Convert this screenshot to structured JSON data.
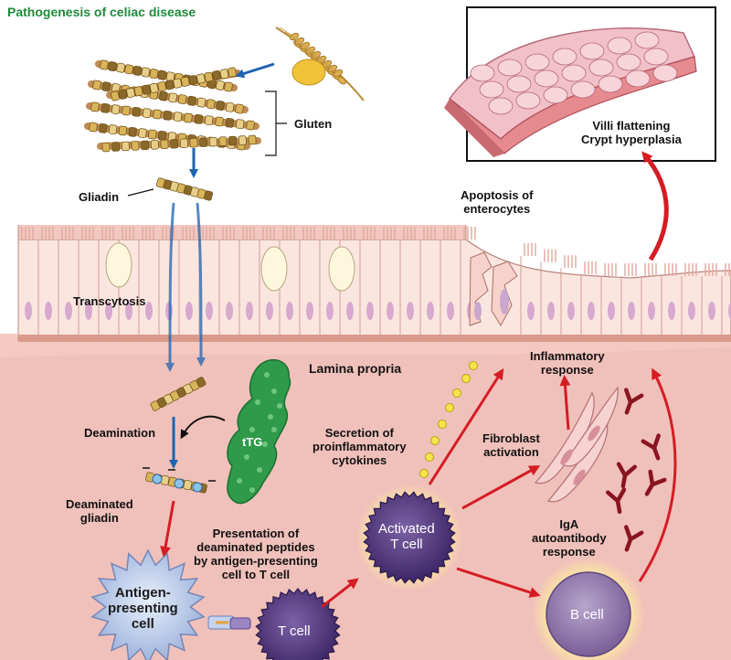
{
  "title": "Pathogenesis of celiac disease",
  "labels": {
    "gluten": "Gluten",
    "gliadin": "Gliadin",
    "transcytosis": "Transcytosis",
    "apoptosis_line1": "Apoptosis of",
    "apoptosis_line2": "enterocytes",
    "villi_line1": "Villi flattening",
    "villi_line2": "Crypt hyperplasia",
    "lamina_propria": "Lamina propria",
    "ttg": "tTG",
    "deamination": "Deamination",
    "deaminated_line1": "Deaminated",
    "deaminated_line2": "gliadin",
    "secretion_line1": "Secretion of",
    "secretion_line2": "proinflammatory",
    "secretion_line3": "cytokines",
    "inflammatory_line1": "Inflammatory",
    "inflammatory_line2": "response",
    "fibroblast_line1": "Fibroblast",
    "fibroblast_line2": "activation",
    "activated_line1": "Activated",
    "activated_line2": "T cell",
    "presentation_line1": "Presentation of",
    "presentation_line2": "deaminated peptides",
    "presentation_line3": "by antigen-presenting",
    "presentation_line4": "cell to T cell",
    "iga_line1": "IgA",
    "iga_line2": "autoantibody",
    "iga_line3": "response",
    "apc_line1": "Antigen-",
    "apc_line2": "presenting",
    "apc_line3": "cell",
    "tcell": "T cell",
    "bcell": "B cell"
  },
  "colors": {
    "title": "#1f8a3a",
    "blue_arrow": "#1f63b0",
    "red_arrow": "#d51c24",
    "lamina": "#f3c9c2",
    "epithelium": "#fbe6df",
    "ttg": "#2e9a4a",
    "tcell": "#4a2f72",
    "bcell": "#8a72a6",
    "antibody": "#8a1420"
  }
}
